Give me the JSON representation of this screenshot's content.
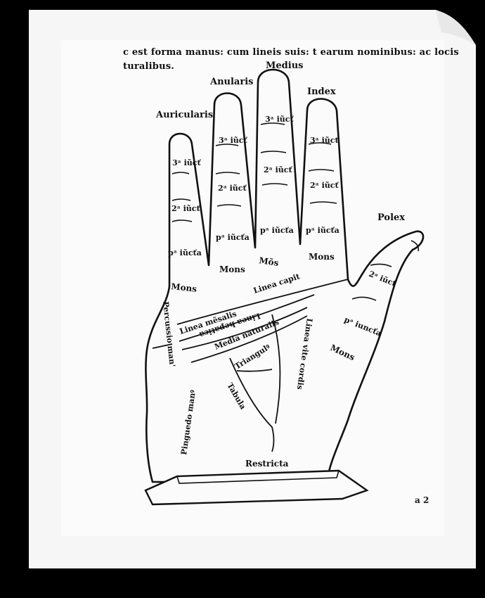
{
  "header": {
    "line1": "c est forma manus: cum lineis suis: t earum nominibus: ac locis",
    "line2": "turalibus."
  },
  "fingers": {
    "medius": "Medius",
    "anularis": "Anularis",
    "index": "Index",
    "auricularis": "Auricularis",
    "polex": "Polex"
  },
  "phalanges": {
    "auric_3": "3ᵃ iũcť",
    "auric_2": "2ᵃ iũcť",
    "auric_1": "pᵃ iũcťa",
    "anul_3": "3ᵃ iũcť",
    "anul_2": "2ᵃ iũcť",
    "anul_1": "pᵃ iũcťa",
    "med_3": "3ᵃ iũcť",
    "med_2": "2ᵃ iũcť",
    "med_1": "pᵃ iũcťa",
    "ind_3": "3ᵃ iũcť",
    "ind_2": "2ᵃ iũcť",
    "ind_1": "pᵃ iũcťa",
    "thumb_2": "2ᵃ iũcť",
    "thumb_1": "pᵃ iuncťa"
  },
  "mounts": {
    "m1": "Mons",
    "m2": "Mons",
    "m3": "Mõs",
    "m4": "Mons",
    "thumb": "Mons"
  },
  "lines": {
    "capitis": "Linea capit",
    "mensalis": "Linea mẽsalis",
    "hepatica": "Linea hepatica",
    "media_naturalis": "Media naturalis",
    "percussio": "Percussio man'",
    "vite_cordis": "Linea vite cordis",
    "triangulus": "Triangulꝰ",
    "tabula": "Tabula",
    "pinguedo": "Pinguedo manꝰ",
    "restricta": "Restricta"
  },
  "page_number": "a 2"
}
